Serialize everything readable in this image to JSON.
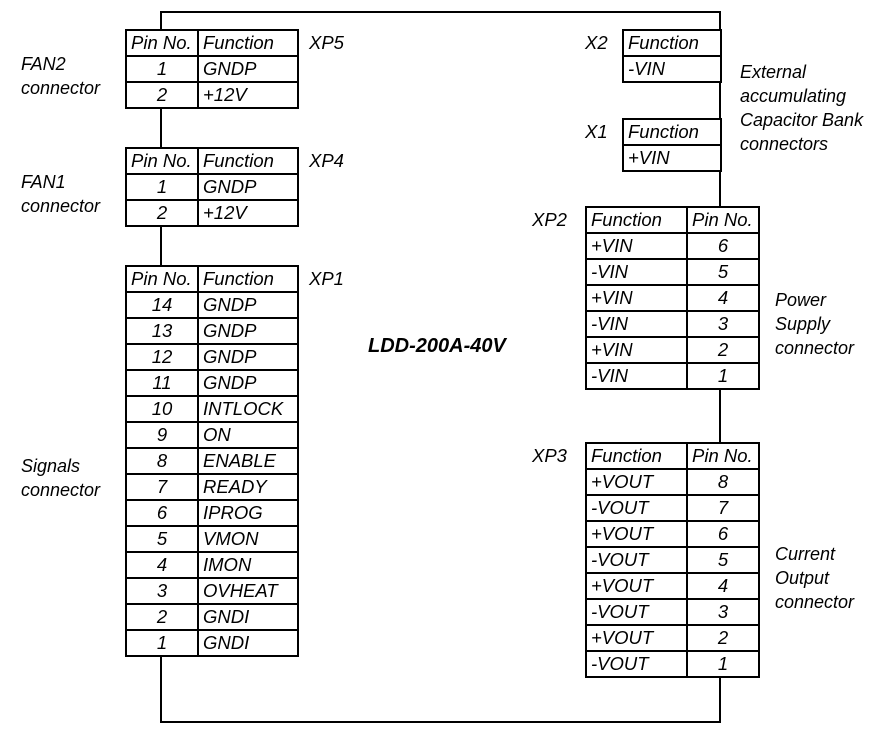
{
  "device": "LDD-200A-40V",
  "col_pin": "Pin No.",
  "col_function": "Function",
  "xp5": {
    "tag": "XP5",
    "label": [
      "FAN2",
      "connector"
    ],
    "rows": [
      {
        "pin": "1",
        "function": "GNDP"
      },
      {
        "pin": "2",
        "function": "+12V"
      }
    ]
  },
  "xp4": {
    "tag": "XP4",
    "label": [
      "FAN1",
      "connector"
    ],
    "rows": [
      {
        "pin": "1",
        "function": "GNDP"
      },
      {
        "pin": "2",
        "function": "+12V"
      }
    ]
  },
  "xp1": {
    "tag": "XP1",
    "label": [
      "Signals",
      "connector"
    ],
    "rows": [
      {
        "pin": "14",
        "function": "GNDP"
      },
      {
        "pin": "13",
        "function": "GNDP"
      },
      {
        "pin": "12",
        "function": "GNDP"
      },
      {
        "pin": "11",
        "function": "GNDP"
      },
      {
        "pin": "10",
        "function": "INTLOCK"
      },
      {
        "pin": "9",
        "function": "ON"
      },
      {
        "pin": "8",
        "function": "ENABLE"
      },
      {
        "pin": "7",
        "function": "READY"
      },
      {
        "pin": "6",
        "function": "IPROG"
      },
      {
        "pin": "5",
        "function": "VMON"
      },
      {
        "pin": "4",
        "function": "IMON"
      },
      {
        "pin": "3",
        "function": "OVHEAT"
      },
      {
        "pin": "2",
        "function": "GNDI"
      },
      {
        "pin": "1",
        "function": "GNDI"
      }
    ]
  },
  "x2": {
    "tag": "X2",
    "function": "-VIN"
  },
  "x1": {
    "tag": "X1",
    "function": "+VIN"
  },
  "capacitor_label": [
    "External",
    "accumulating",
    "Capacitor Bank",
    "connectors"
  ],
  "xp2": {
    "tag": "XP2",
    "label": [
      "Power",
      "Supply",
      "connector"
    ],
    "rows": [
      {
        "function": "+VIN",
        "pin": "6"
      },
      {
        "function": "-VIN",
        "pin": "5"
      },
      {
        "function": "+VIN",
        "pin": "4"
      },
      {
        "function": "-VIN",
        "pin": "3"
      },
      {
        "function": "+VIN",
        "pin": "2"
      },
      {
        "function": "-VIN",
        "pin": "1"
      }
    ]
  },
  "xp3": {
    "tag": "XP3",
    "label": [
      "Current",
      "Output",
      "connector"
    ],
    "rows": [
      {
        "function": "+VOUT",
        "pin": "8"
      },
      {
        "function": "-VOUT",
        "pin": "7"
      },
      {
        "function": "+VOUT",
        "pin": "6"
      },
      {
        "function": "-VOUT",
        "pin": "5"
      },
      {
        "function": "+VOUT",
        "pin": "4"
      },
      {
        "function": "-VOUT",
        "pin": "3"
      },
      {
        "function": "+VOUT",
        "pin": "2"
      },
      {
        "function": "-VOUT",
        "pin": "1"
      }
    ]
  }
}
